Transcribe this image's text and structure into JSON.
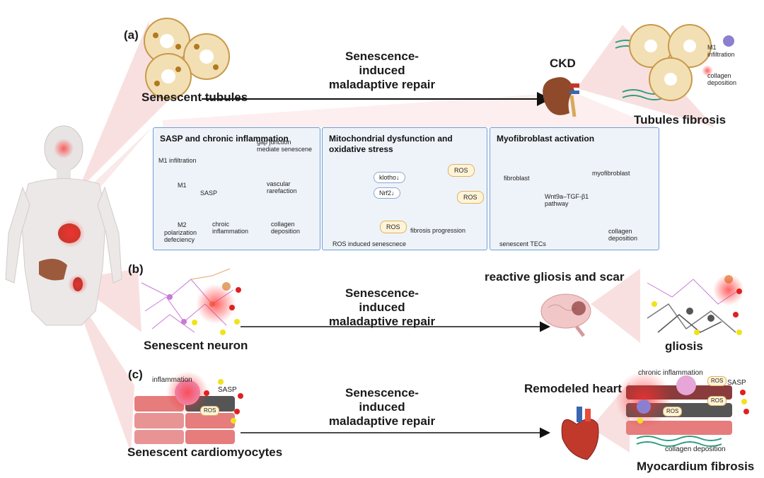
{
  "panels": {
    "a": {
      "label": "(a)",
      "left_label": "Senescent tubules",
      "arrow_text": [
        "Senescence-",
        "induced",
        "maladaptive repair"
      ],
      "organ_label": "CKD",
      "right_label": "Tubules fibrosis",
      "right_annotations": [
        "M1",
        "infiltration",
        "collagen",
        "deposition"
      ]
    },
    "b": {
      "label": "(b)",
      "left_label": "Senescent neuron",
      "arrow_text": [
        "Senescence-",
        "induced",
        "maladaptive repair"
      ],
      "organ_label": "reactive  gliosis and scar",
      "right_label": "gliosis"
    },
    "c": {
      "label": "(c)",
      "left_label": "Senescent cardiomyocytes",
      "left_annotations": [
        "inflammation",
        "SASP",
        "ROS"
      ],
      "arrow_text": [
        "Senescence-",
        "induced",
        "maladaptive repair"
      ],
      "organ_label": "Remodeled heart",
      "right_label": "Myocardium fibrosis",
      "right_annotations": [
        "chronic inflammation",
        "ROS",
        "SASP",
        "ROS",
        "ROS",
        "collagen deposition"
      ]
    }
  },
  "boxes": [
    {
      "title": "SASP and chronic inflammation",
      "labels": {
        "m1_infiltration": "M1 infiltration",
        "m1": "M1",
        "m2": "M2",
        "m2_note": [
          "polarization",
          "defeciency"
        ],
        "gap_junction": [
          "gap junction",
          "mediate senescene"
        ],
        "sasp": "SASP",
        "vascular": [
          "vascular",
          "rarefaction"
        ],
        "chronic": [
          "chroic",
          "inflammation"
        ],
        "collagen": [
          "collagen",
          "deposition"
        ]
      }
    },
    {
      "title": [
        "Mitochondrial dysfunction and",
        "oxidative stress"
      ],
      "labels": {
        "klotho": "klotho↓",
        "nrf2": "Nrf2↓",
        "ros1": "ROS",
        "ros2": "ROS",
        "ros3": "ROS",
        "fibrosis": "fibrosis progression",
        "ros_induced": "ROS induced senescnece"
      }
    },
    {
      "title": "Myofibroblast activation",
      "labels": {
        "fibroblast": "fibroblast",
        "myofibroblast": "myofibroblast",
        "pathway": [
          "Wnt9a–TGF-β1",
          "pathway"
        ],
        "tecs": "senescent TECs",
        "collagen": [
          "collagen",
          "deposition"
        ]
      }
    }
  ],
  "colors": {
    "box_border": "#6f9fd6",
    "box_fill": "#eef3f9",
    "tubule": "#d9a24a",
    "nucleus": "#b07a1e",
    "sasp_red": "#e02020",
    "sasp_yellow": "#f2e21a",
    "collagen": "#2f9e7e",
    "macrophage": "#8c7fd0",
    "muscle": "#e07b7b",
    "funnel": "#f4cccc"
  }
}
